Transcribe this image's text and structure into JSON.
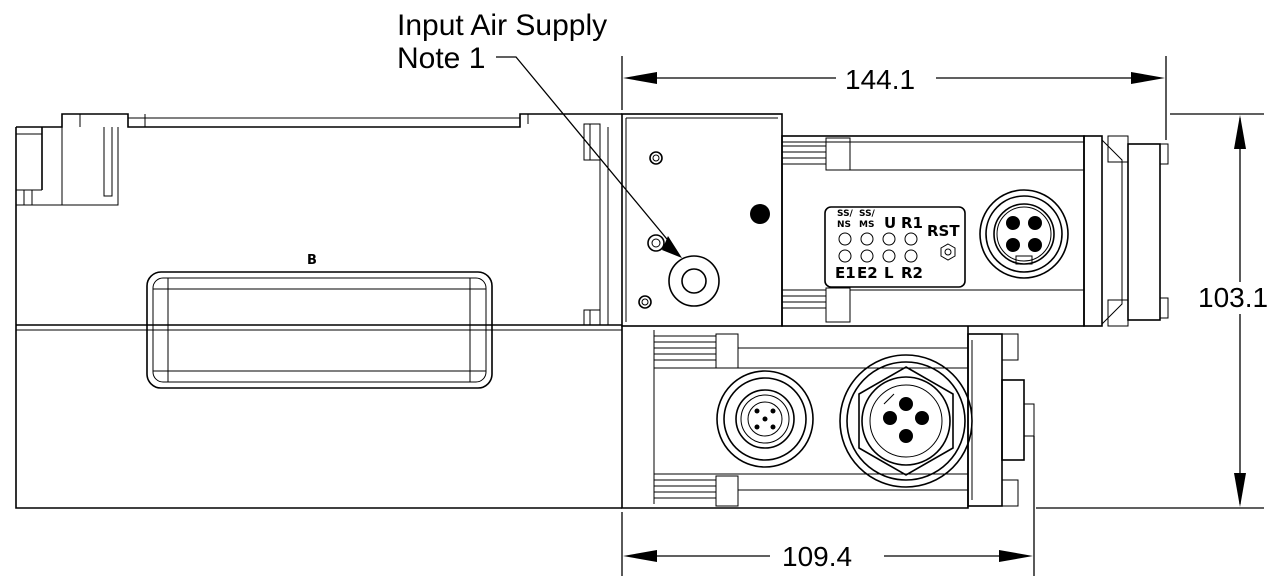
{
  "callout": {
    "line1": "Input Air Supply",
    "line2": "Note 1"
  },
  "dimensions": {
    "top_width": "144.1",
    "height": "103.1",
    "bottom_width": "109.4"
  },
  "body_label": "B",
  "status_panel": {
    "top_small_1": "SS/",
    "top_small_1b": "NS",
    "top_small_2": "SS/",
    "top_small_2b": "MS",
    "top_u": "U",
    "top_r1": "R1",
    "bottom_e1": "E1",
    "bottom_e2": "E2",
    "bottom_l": "L",
    "bottom_r2": "R2",
    "reset": "RST"
  }
}
